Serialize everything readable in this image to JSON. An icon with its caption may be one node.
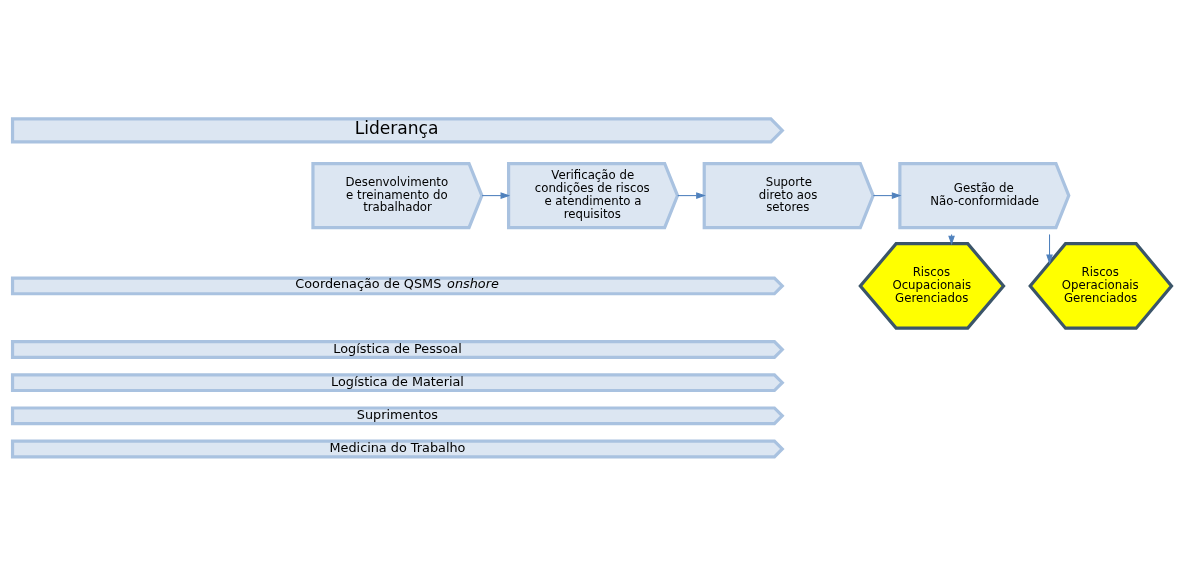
{
  "diagram": {
    "nodes": [
      {
        "text": [
          "Liderança"
        ]
      },
      {
        "text": [
          "Desenvolvimento e treinamento do trabalhador"
        ]
      },
      {
        "text": [
          "Verificação de condições de riscos e atendimento a requisitos"
        ]
      },
      {
        "text": [
          "Suporte direto aos setores"
        ]
      },
      {
        "text": [
          "Gestão de Não-conformidade"
        ]
      },
      {
        "text": [
          "Riscos Ocupacionais Gerenciados"
        ]
      },
      {
        "text": [
          "Riscos Operacionais Gerenciados"
        ]
      },
      {
        "text": [
          "Coordenação de QSMS *onshore*"
        ]
      },
      {
        "text": [
          "Logística de Pessoal"
        ]
      },
      {
        "text": [
          "Logística de Material"
        ]
      },
      {
        "text": [
          "Suprimentos"
        ]
      },
      {
        "text": [
          "Medicina do Trabalho"
        ]
      }
    ],
    "edges": [
      {
        "from": 1,
        "to": 2,
        "arrow": "to"
      },
      {
        "from": 2,
        "to": 3,
        "arrow": "to"
      },
      {
        "from": 3,
        "to": 4,
        "arrow": "to"
      },
      {
        "from": 4,
        "to": 5,
        "arrow": "to"
      },
      {
        "from": 4,
        "to": 6,
        "arrow": "to"
      }
    ]
  }
}
